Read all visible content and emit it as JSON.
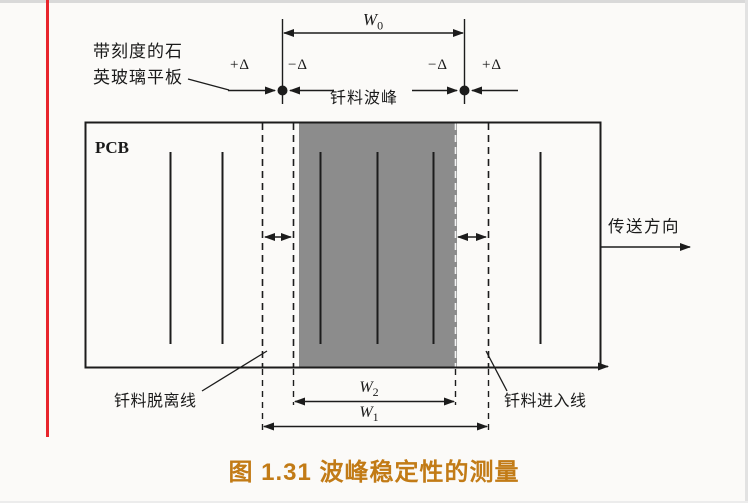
{
  "figure": {
    "caption": "图 1.31 波峰稳定性的测量"
  },
  "labels": {
    "quartz_plate_line1": "带刻度的石",
    "quartz_plate_line2": "英玻璃平板",
    "pcb": "PCB",
    "solder_wave_crest": "钎料波峰",
    "conveyor_direction": "传送方向",
    "solder_exit_line": "钎料脱离线",
    "solder_entry_line": "钎料进入线",
    "plus_delta": "+Δ",
    "minus_delta": "−Δ"
  },
  "dimensions": {
    "w0": {
      "letter": "W",
      "sub": "0"
    },
    "w1": {
      "letter": "W",
      "sub": "1"
    },
    "w2": {
      "letter": "W",
      "sub": "2"
    }
  },
  "colors": {
    "accent_red": "#e8252c",
    "caption_orange": "#c27b16",
    "solder_gray": "#8c8c8c",
    "line_black": "#1c1c1c"
  }
}
